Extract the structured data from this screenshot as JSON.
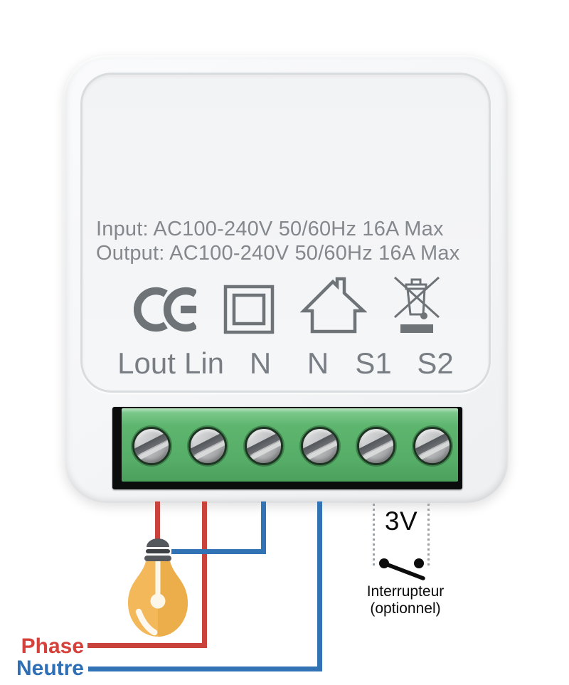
{
  "device": {
    "spec_lines": [
      "Input: AC100-240V 50/60Hz 16A Max",
      "Output: AC100-240V 50/60Hz 16A Max"
    ],
    "certifications": [
      "ce-mark",
      "class-ii-double-insulation",
      "indoor-use-house",
      "weee-crossed-bin"
    ],
    "terminals": [
      "Lout",
      "Lin",
      "N",
      "N",
      "S1",
      "S2"
    ]
  },
  "wiring": {
    "phase_label": "Phase",
    "neutral_label": "Neutre",
    "switch_voltage": "3V",
    "switch_caption_line1": "Interrupteur",
    "switch_caption_line2": "(optionnel)"
  },
  "colors": {
    "phase_wire": "#c9423b",
    "neutral_wire": "#3173b4",
    "phase_text": "#d6423b",
    "neutral_text": "#2f6fb5",
    "terminal_block_green": "#57ad68",
    "terminal_frame_black": "#0b0c0c",
    "bulb_body": "#f3b85a",
    "print_gray": "#84888d"
  }
}
